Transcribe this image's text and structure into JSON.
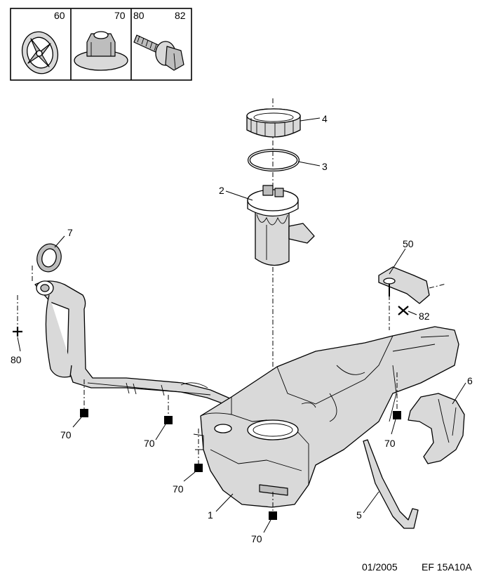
{
  "legend": {
    "boxes": [
      {
        "label": "60",
        "icon": "clip-washer-icon"
      },
      {
        "label": "70",
        "icon": "flange-nut-icon"
      },
      {
        "label_a": "80",
        "label_b": "82",
        "icon": "bolt-icon"
      }
    ]
  },
  "callouts": {
    "p1": "1",
    "p2": "2",
    "p3": "3",
    "p4": "4",
    "p5": "5",
    "p6": "6",
    "p7": "7",
    "p50": "50",
    "p80": "80",
    "p82": "82",
    "n70_a": "70",
    "n70_b": "70",
    "n70_c": "70",
    "n70_d": "70",
    "n70_e": "70"
  },
  "footer": {
    "date": "01/2005",
    "reference": "EF 15A10A"
  }
}
